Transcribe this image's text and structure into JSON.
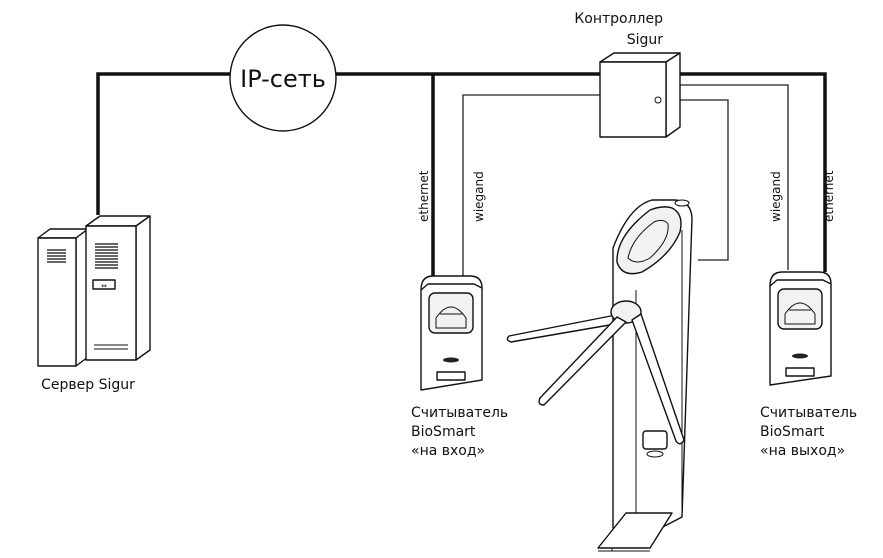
{
  "network": {
    "label": "IP-сеть"
  },
  "controller": {
    "line1": "Контроллер",
    "line2": "Sigur"
  },
  "server": {
    "label": "Сервер Sigur"
  },
  "cables": {
    "left_ethernet": "ethernet",
    "left_wiegand": "wiegand",
    "right_wiegand": "wiegand",
    "right_ethernet": "ethernet"
  },
  "reader_entry": {
    "line1": "Считыватель",
    "line2": "BioSmart",
    "line3": "«на вход»"
  },
  "reader_exit": {
    "line1": "Считыватель",
    "line2": "BioSmart",
    "line3": "«на выход»"
  },
  "colors": {
    "line": "#111111",
    "background": "#ffffff"
  }
}
